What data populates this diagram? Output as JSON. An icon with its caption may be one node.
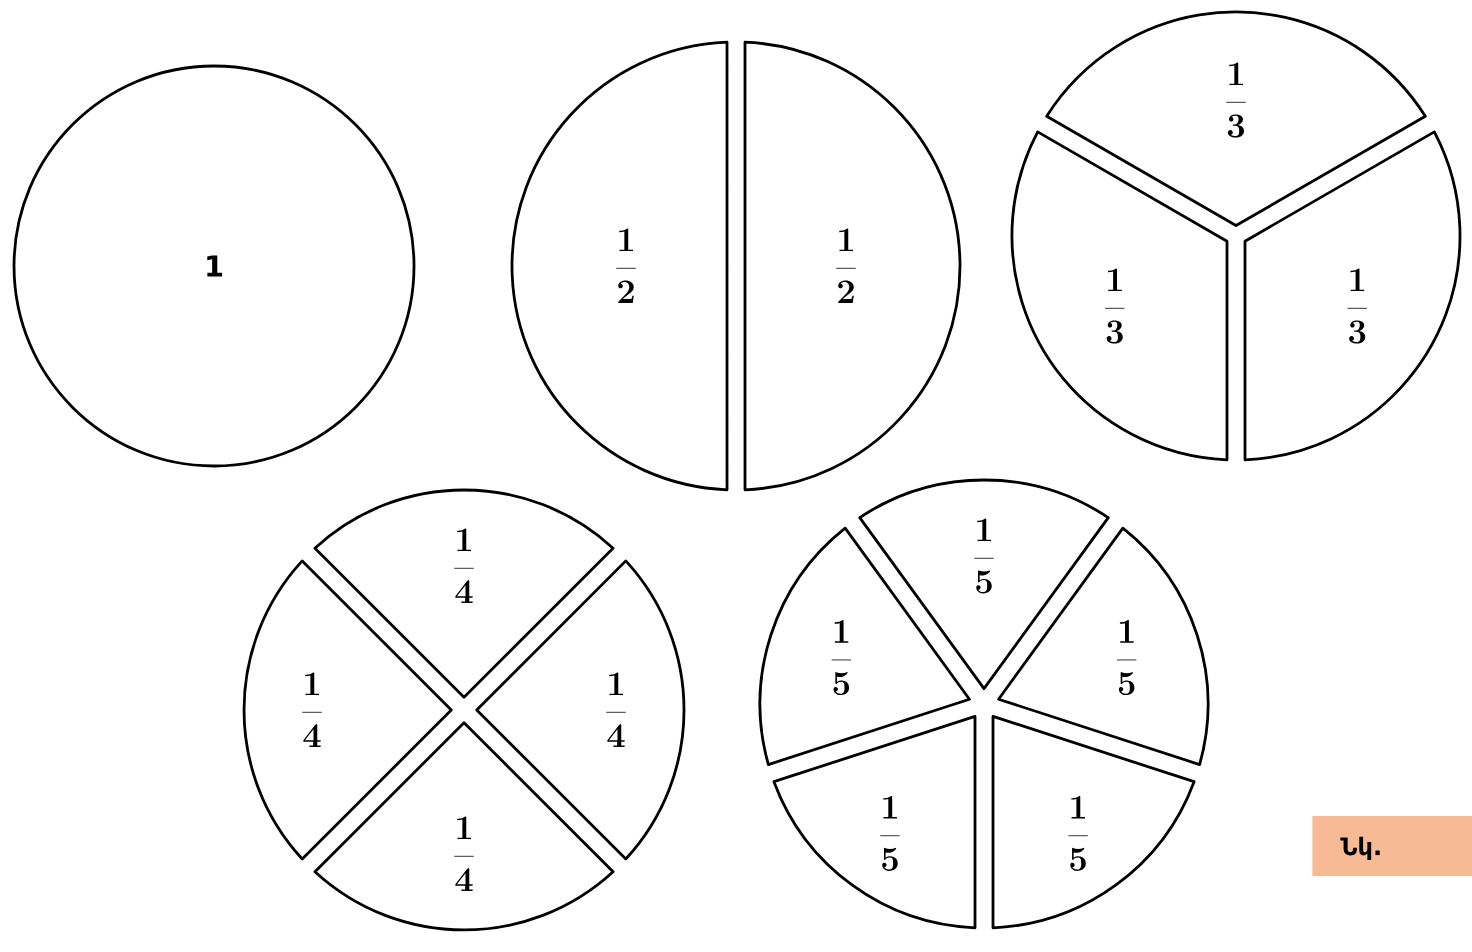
{
  "diagram": {
    "nodes": [
      {
        "text": [
          "1"
        ]
      },
      {
        "text": [
          "\\frac{1}{2}"
        ]
      },
      {
        "text": [
          "\\frac{1}{2}"
        ]
      },
      {
        "text": [
          "\\frac{1}{3}"
        ]
      },
      {
        "text": [
          "\\frac{1}{3}"
        ]
      },
      {
        "text": [
          "\\frac{1}{3}"
        ]
      },
      {
        "text": [
          "\\frac{1}{4}"
        ]
      },
      {
        "text": [
          "\\frac{1}{4}"
        ]
      },
      {
        "text": [
          "\\frac{1}{4}"
        ]
      },
      {
        "text": [
          "\\frac{1}{4}"
        ]
      },
      {
        "text": [
          "\\frac{1}{5}"
        ]
      },
      {
        "text": [
          "\\frac{1}{5}"
        ]
      },
      {
        "text": [
          "\\frac{1}{5}"
        ]
      },
      {
        "text": [
          "\\frac{1}{5}"
        ]
      },
      {
        "text": [
          "\\frac{1}{5}"
        ]
      }
    ],
    "labels": [
      "Նկ."
    ]
  }
}
